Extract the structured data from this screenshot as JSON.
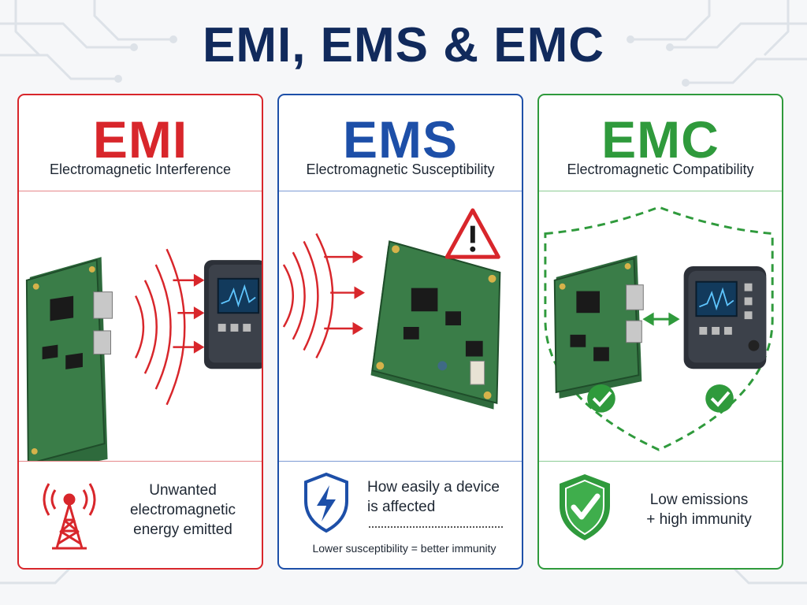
{
  "title": "EMI, EMS & EMC",
  "colors": {
    "emi": "#d8262b",
    "ems": "#1d4fa8",
    "emc": "#2f9a3c",
    "title": "#112a5c"
  },
  "panels": {
    "emi": {
      "abbr": "EMI",
      "full": "Electromagnetic Interference",
      "foot_icon": "radio-tower-icon",
      "desc_lines": [
        "Unwanted",
        "electromagnetic",
        "energy emitted"
      ]
    },
    "ems": {
      "abbr": "EMS",
      "full": "Electromagnetic Susceptibility",
      "foot_icon": "shield-lightning-icon",
      "desc_lines": [
        "How easily a device",
        "is affected"
      ],
      "note": "Lower susceptibility = better immunity"
    },
    "emc": {
      "abbr": "EMC",
      "full": "Electromagnetic Compatibility",
      "foot_icon": "shield-check-icon",
      "desc_lines": [
        "Low emissions",
        "+ high immunity"
      ]
    }
  }
}
